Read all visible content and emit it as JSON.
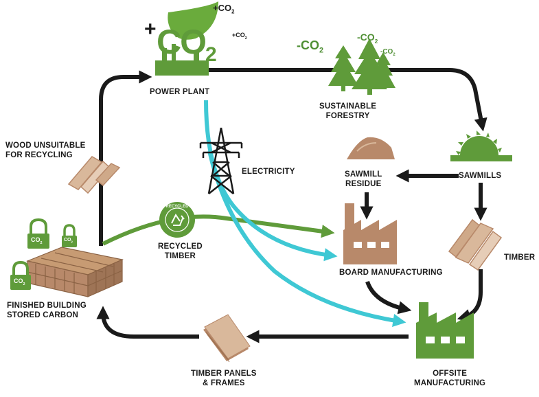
{
  "colors": {
    "green": "#5f9b3a",
    "dark_green": "#3f7d2a",
    "brown": "#b8896a",
    "light_brown": "#d9b89b",
    "cyan": "#3fc8d4",
    "arrow": "#1a1a1a"
  },
  "nodes": {
    "power_plant": {
      "label": "POWER PLANT",
      "co2_big": "CO",
      "co2_big_sub": "2",
      "plus": "+",
      "co2_a": "+CO",
      "co2_a_sub": "2",
      "co2_b": "+CO",
      "co2_b_sub": "2"
    },
    "forestry": {
      "line1": "SUSTAINABLE",
      "line2": "FORESTRY",
      "co2_a": "-CO",
      "co2_a_sub": "2",
      "co2_b": "-CO",
      "co2_b_sub": "2",
      "co2_c": "-CO",
      "co2_c_sub": "2"
    },
    "sawmills": {
      "label": "SAWMILLS"
    },
    "sawmill_residue": {
      "line1": "SAWMILL",
      "line2": "RESIDUE"
    },
    "timber": {
      "label": "TIMBER"
    },
    "board_manufacturing": {
      "label": "BOARD MANUFACTURING"
    },
    "offsite_manufacturing": {
      "line1": "OFFSITE",
      "line2": "MANUFACTURING"
    },
    "timber_panels": {
      "line1": "TIMBER PANELS",
      "line2": "& FRAMES"
    },
    "finished_building": {
      "line1": "FINISHED BUILDING",
      "line2": "STORED CARBON",
      "lock_text": "CO",
      "lock_sub": "2"
    },
    "recycled_timber": {
      "line1": "RECYCLED",
      "line2": "TIMBER",
      "badge_text": "RECYCLED"
    },
    "wood_unsuitable": {
      "line1": "WOOD UNSUITABLE",
      "line2": "FOR RECYCLING"
    },
    "electricity": {
      "label": "ELECTRICITY"
    }
  },
  "icons": [
    "factory-icon",
    "pine-trees-icon",
    "saw-blade-icon",
    "sawdust-pile-icon",
    "timber-planks-icon",
    "pylon-icon",
    "recycle-icon",
    "padlock-icon",
    "timber-frame-building-icon",
    "panel-stack-icon"
  ]
}
